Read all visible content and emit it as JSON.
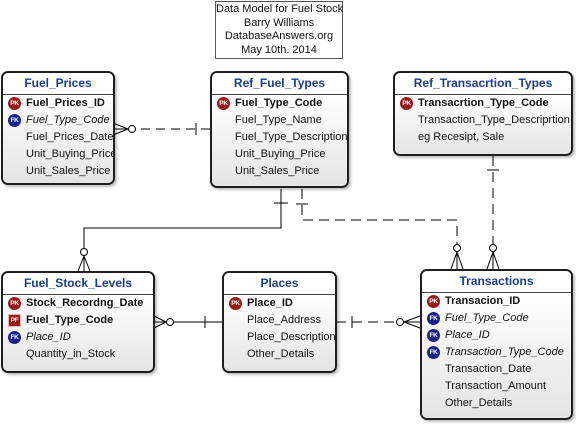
{
  "header": {
    "lines": [
      "Data Model for Fuel Stock",
      "Barry Williams",
      "DatabaseAnswers.org",
      "May 10th. 2014"
    ]
  },
  "colors": {
    "title_text": "#1a3d8f",
    "pk_badge": "#9a1a1a",
    "fk_badge": "#18228c"
  },
  "entities": {
    "fuel_prices": {
      "title": "Fuel_Prices",
      "attributes": [
        {
          "name": "Fuel_Prices_ID",
          "key": "PK"
        },
        {
          "name": "Fuel_Type_Code",
          "key": "FK"
        },
        {
          "name": "Fuel_Prices_Date",
          "key": ""
        },
        {
          "name": "Unit_Buying_Price",
          "key": ""
        },
        {
          "name": "Unit_Sales_Price",
          "key": ""
        }
      ]
    },
    "ref_fuel_types": {
      "title": "Ref_Fuel_Types",
      "attributes": [
        {
          "name": "Fuel_Type_Code",
          "key": "PK"
        },
        {
          "name": "Fuel_Type_Name",
          "key": ""
        },
        {
          "name": "Fuel_Type_Description",
          "key": ""
        },
        {
          "name": "Unit_Buying_Price",
          "key": ""
        },
        {
          "name": "Unit_Sales_Price",
          "key": ""
        }
      ]
    },
    "ref_transacrtion_types": {
      "title": "Ref_Transacrtion_Types",
      "attributes": [
        {
          "name": "Transacrtion_Type_Code",
          "key": "PK"
        },
        {
          "name": "Transaction_Type_Descriprtion",
          "key": ""
        },
        {
          "name": "eg Recesipt, Sale",
          "key": ""
        }
      ]
    },
    "fuel_stock_levels": {
      "title": "Fuel_Stock_Levels",
      "attributes": [
        {
          "name": "Stock_Recordng_Date",
          "key": "PK"
        },
        {
          "name": "Fuel_Type_Code",
          "key": "PF"
        },
        {
          "name": "Place_ID",
          "key": "FK"
        },
        {
          "name": "Quantity_in_Stock",
          "key": ""
        }
      ]
    },
    "places": {
      "title": "Places",
      "attributes": [
        {
          "name": "Place_ID",
          "key": "PK"
        },
        {
          "name": "Place_Address",
          "key": ""
        },
        {
          "name": "Place_Description",
          "key": ""
        },
        {
          "name": "Other_Details",
          "key": ""
        }
      ]
    },
    "transactions": {
      "title": "Transactions",
      "attributes": [
        {
          "name": "Transacion_ID",
          "key": "PK"
        },
        {
          "name": "Fuel_Type_Code",
          "key": "FK"
        },
        {
          "name": "Place_ID",
          "key": "FK"
        },
        {
          "name": "Transaction_Type_Code",
          "key": "FK"
        },
        {
          "name": "Transaction_Date",
          "key": ""
        },
        {
          "name": "Transaction_Amount",
          "key": ""
        },
        {
          "name": "Other_Details",
          "key": ""
        }
      ]
    }
  }
}
